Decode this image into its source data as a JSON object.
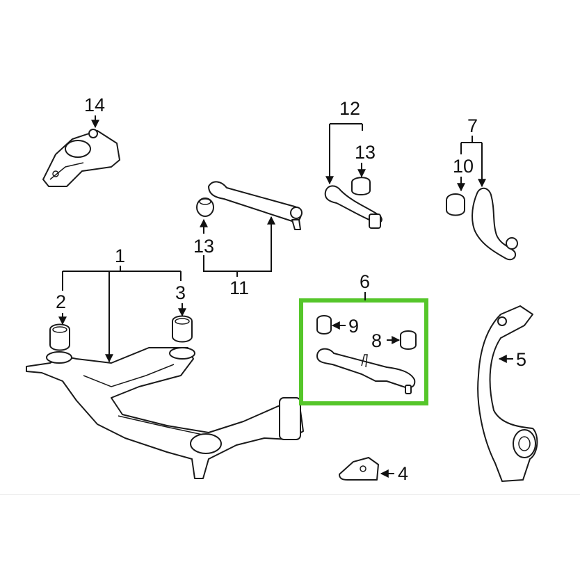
{
  "colors": {
    "highlight": "#55c62a",
    "line": "#1a1a1a",
    "background": "#ffffff"
  },
  "callouts": {
    "c1": "1",
    "c2": "2",
    "c3": "3",
    "c4": "4",
    "c5": "5",
    "c6": "6",
    "c7": "7",
    "c8": "8",
    "c9": "9",
    "c10": "10",
    "c11": "11",
    "c12": "12",
    "c13a": "13",
    "c13b": "13",
    "c14": "14"
  }
}
